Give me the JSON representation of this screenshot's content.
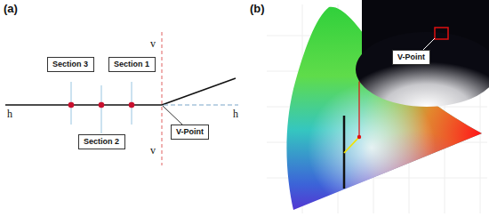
{
  "diagram": {
    "nodes": [
      {
        "text": [
          "Section 3"
        ]
      },
      {
        "text": [
          "Section 1"
        ]
      },
      {
        "text": [
          "Section 2"
        ]
      },
      {
        "text": [
          "V-Point"
        ]
      },
      {
        "text": [
          "V-Point"
        ]
      }
    ],
    "labels": [
      "(a)",
      "h",
      "v",
      "v",
      "h",
      "(b)"
    ]
  }
}
